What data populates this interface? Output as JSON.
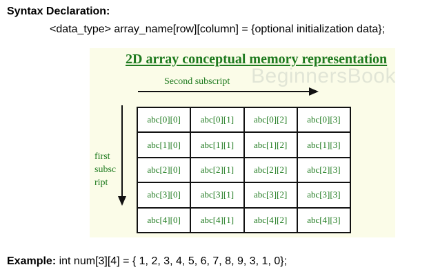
{
  "syntax": {
    "heading": "Syntax Declaration:",
    "line": "<data_type> array_name[row][column] = {optional initialization data};"
  },
  "diagram": {
    "title": "2D array conceptual memory representation",
    "watermark": "BeginnersBook.c",
    "second_subscript_label": "Second subscript",
    "first_subscript_label": [
      "first",
      "subsc",
      "ript"
    ],
    "colors": {
      "text_green": "#1e7a1e",
      "panel_background": "#fbfce8",
      "grid_border": "#111111"
    },
    "cells": [
      [
        "abc[0][0]",
        "abc[0][1]",
        "abc[0][2]",
        "abc[0][3]"
      ],
      [
        "abc[1][0]",
        "abc[1][1]",
        "abc[1][2]",
        "abc[1][3]"
      ],
      [
        "abc[2][0]",
        "abc[2][1]",
        "abc[2][2]",
        "abc[2][3]"
      ],
      [
        "abc[3][0]",
        "abc[3][1]",
        "abc[3][2]",
        "abc[3][3]"
      ],
      [
        "abc[4][0]",
        "abc[4][1]",
        "abc[4][2]",
        "abc[4][3]"
      ]
    ]
  },
  "example": {
    "label": "Example:",
    "code": " int num[3][4] = { 1, 2, 3, 4, 5, 6, 7, 8, 9, 3, 1, 0};"
  }
}
